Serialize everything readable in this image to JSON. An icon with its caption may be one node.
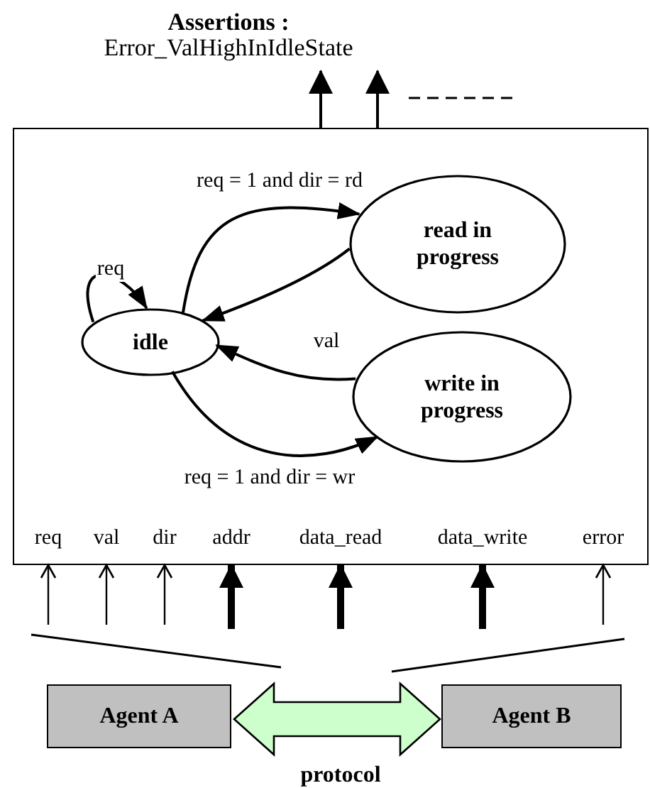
{
  "diagram": {
    "nodes": [
      {
        "text": [],
        "shape": "box"
      },
      {
        "text": [
          "idle"
        ],
        "in": 0
      },
      {
        "text": [
          "read in progress"
        ],
        "in": 0
      },
      {
        "text": [
          "write in progress"
        ],
        "in": 0
      },
      {
        "text": [
          "Agent A"
        ]
      },
      {
        "text": [
          "Agent B"
        ]
      },
      {
        "text": [
          "Assertions :",
          "Error_ValHighInIdleState"
        ]
      }
    ],
    "edges": [
      {
        "from": 1,
        "to": 1,
        "arrow": "to",
        "label": "req"
      },
      {
        "from": 1,
        "to": 2,
        "arrow": "to",
        "label": "req = 1 and dir = rd"
      },
      {
        "from": 2,
        "to": 1,
        "arrow": "to"
      },
      {
        "from": 3,
        "to": 1,
        "arrow": "to",
        "label": "val"
      },
      {
        "from": 1,
        "to": 3,
        "arrow": "to",
        "label": "req = 1 and dir = wr"
      },
      {
        "from": null,
        "to": 0,
        "arrow": "to"
      },
      {
        "from": null,
        "to": 0,
        "arrow": "to"
      },
      {
        "from": null,
        "to": 0,
        "arrow": "to"
      },
      {
        "from": null,
        "to": 0,
        "arrow": "to",
        "style": "thick"
      },
      {
        "from": null,
        "to": 0,
        "arrow": "to",
        "style": "thick"
      },
      {
        "from": null,
        "to": 0,
        "arrow": "to",
        "style": "thick"
      },
      {
        "from": null,
        "to": 0,
        "arrow": "to"
      },
      {
        "from": 0,
        "to": 6,
        "arrow": "to"
      },
      {
        "from": 0,
        "to": 6,
        "arrow": "to"
      },
      {
        "from": 4,
        "to": 5,
        "arrow": "both",
        "label": "protocol",
        "style": "thick",
        "color": "#ccffcc"
      }
    ],
    "labels": [
      "req",
      "val",
      "dir",
      "addr",
      "data_read",
      "data_write",
      "error"
    ]
  }
}
